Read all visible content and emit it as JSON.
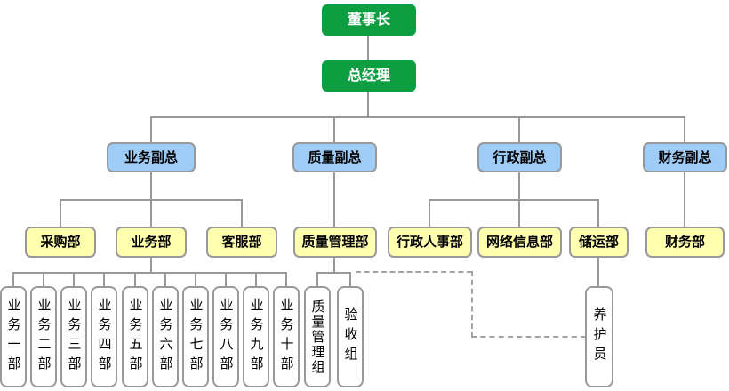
{
  "nodes": {
    "chairman": {
      "label": "董事长"
    },
    "general_manager": {
      "label": "总经理"
    },
    "business_vp": {
      "label": "业务副总"
    },
    "quality_vp": {
      "label": "质量副总"
    },
    "admin_vp": {
      "label": "行政副总"
    },
    "finance_vp": {
      "label": "财务副总"
    },
    "purchasing_dept": {
      "label": "采购部"
    },
    "business_dept": {
      "label": "业务部"
    },
    "customer_service_dept": {
      "label": "客服部"
    },
    "quality_mgmt_dept": {
      "label": "质量管理部"
    },
    "admin_hr_dept": {
      "label": "行政人事部"
    },
    "network_info_dept": {
      "label": "网络信息部"
    },
    "storage_transport_dept": {
      "label": "储运部"
    },
    "finance_dept": {
      "label": "财务部"
    },
    "business_unit_1": {
      "label": "业务一部"
    },
    "business_unit_2": {
      "label": "业务二部"
    },
    "business_unit_3": {
      "label": "业务三部"
    },
    "business_unit_4": {
      "label": "业务四部"
    },
    "business_unit_5": {
      "label": "业务五部"
    },
    "business_unit_6": {
      "label": "业务六部"
    },
    "business_unit_7": {
      "label": "业务七部"
    },
    "business_unit_8": {
      "label": "业务八部"
    },
    "business_unit_9": {
      "label": "业务九部"
    },
    "business_unit_10": {
      "label": "业务十部"
    },
    "quality_mgmt_group": {
      "label": "质量管理组"
    },
    "acceptance_group": {
      "label": "验收组"
    },
    "maintenance_staff": {
      "label": "养护员"
    }
  },
  "colors": {
    "executive_bg": "#0d9e42",
    "executive_text": "#ffffff",
    "vp_bg": "#9fccf7",
    "dept_bg": "#ffffb0",
    "unit_bg": "#ffffff",
    "node_border": "#999999",
    "connector": "#999999",
    "dashed_connector": "#a3a3a3"
  },
  "hierarchy": {
    "董事长": [
      "总经理"
    ],
    "总经理": [
      "业务副总",
      "质量副总",
      "行政副总",
      "财务副总"
    ],
    "业务副总": [
      "采购部",
      "业务部",
      "客服部"
    ],
    "质量副总": [
      "质量管理部"
    ],
    "行政副总": [
      "行政人事部",
      "网络信息部",
      "储运部"
    ],
    "财务副总": [
      "财务部"
    ],
    "业务部": [
      "业务一部",
      "业务二部",
      "业务三部",
      "业务四部",
      "业务五部",
      "业务六部",
      "业务七部",
      "业务八部",
      "业务九部",
      "业务十部"
    ],
    "质量管理部": [
      "质量管理组",
      "验收组"
    ],
    "储运部": [
      "养护员"
    ]
  },
  "dashed_links": [
    {
      "from": "质量管理部",
      "to": "养护员",
      "style": "dashed"
    }
  ]
}
